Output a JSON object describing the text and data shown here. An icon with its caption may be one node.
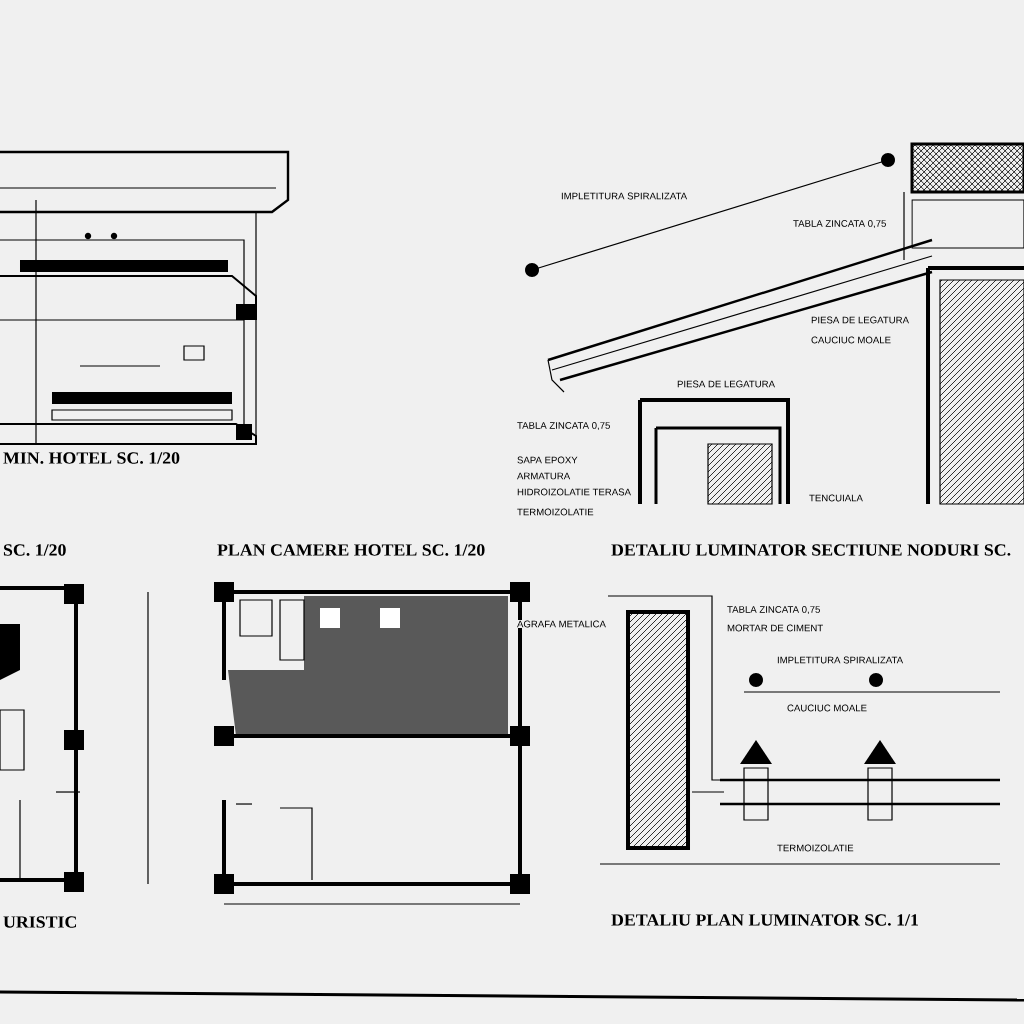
{
  "diagram": {
    "labels": [
      "MIN. HOTEL SC. 1/20",
      "SC. 1/20",
      "PLAN CAMERE HOTEL SC. 1/20",
      "DETALIU LUMINATOR SECTIUNE NODURI SC.",
      "IMPLETITURA SPIRALIZATA",
      "TABLA ZINCATA 0,75",
      "PIESA DE LEGATURA",
      "CAUCIUC MOALE",
      "PIESA DE LEGATURA",
      "TABLA ZINCATA 0,75",
      "SAPA EPOXY",
      "ARMATURA",
      "HIDROIZOLATIE TERASA",
      "TERMOIZOLATIE",
      "TENCUIALA",
      "TABLA ZINCATA 0,75",
      "MORTAR DE CIMENT",
      "AGRAFA METALICA",
      "IMPLETITURA SPIRALIZATA",
      "CAUCIUC MOALE",
      "TERMOIZOLATIE",
      "URISTIC",
      "DETALIU PLAN LUMINATOR SC. 1/1"
    ]
  }
}
